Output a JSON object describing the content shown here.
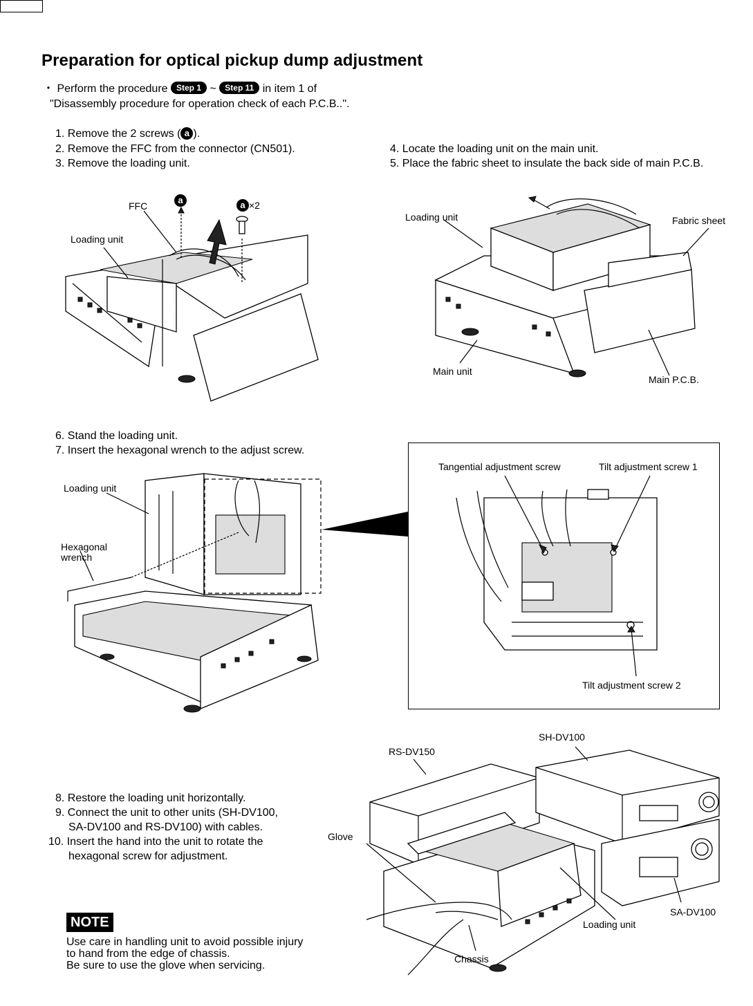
{
  "page": {
    "title": "Preparation for optical pickup dump adjustment",
    "intro": {
      "bullet": "・",
      "prefix": "Perform the procedure",
      "step_start": "Step 1",
      "tilde": "~",
      "step_end": "Step 11",
      "suffix": "in item 1 of",
      "line2": "\"Disassembly procedure for operation check of each P.C.B..\"."
    },
    "steps_a": {
      "s1_pre": "1. Remove the 2 screws (",
      "s1_mark": "a",
      "s1_post": ").",
      "s2": "2. Remove the FFC from the connector (CN501).",
      "s3": "3. Remove the loading unit."
    },
    "steps_b": {
      "s4": "4. Locate the loading unit on the main unit.",
      "s5": "5. Place the fabric sheet to insulate the back side of main P.C.B."
    },
    "fig1": {
      "ffc": "FFC",
      "mark_a": "a",
      "mark_a2": "a",
      "times2": "×2",
      "loading_unit": "Loading unit"
    },
    "fig2": {
      "loading_unit": "Loading unit",
      "fabric_sheet": "Fabric sheet",
      "main_unit": "Main unit",
      "main_pcb": "Main P.C.B."
    },
    "steps_c": {
      "s6": "6. Stand the loading unit.",
      "s7": "7. Insert the hexagonal wrench to the adjust screw."
    },
    "fig3": {
      "loading_unit": "Loading unit",
      "hex_line1": "Hexagonal",
      "hex_line2": "wrench"
    },
    "fig4": {
      "tangential": "Tangential adjustment screw",
      "tilt1": "Tilt adjustment screw 1",
      "tilt2": "Tilt adjustment screw 2"
    },
    "steps_d": {
      "s8": "8. Restore the loading unit horizontally.",
      "s9a": "9. Connect the unit to other units (SH-DV100,",
      "s9b": "SA-DV100 and RS-DV100) with cables.",
      "s10a": "10. Insert the hand into the unit to rotate the",
      "s10b": "hexagonal screw for adjustment."
    },
    "fig5": {
      "sh": "SH-DV100",
      "rs": "RS-DV150",
      "glove": "Glove",
      "sa": "SA-DV100",
      "loading_unit": "Loading unit",
      "chassis": "Chassis"
    },
    "note": {
      "badge": "NOTE",
      "line1": "Use care in handling unit to avoid possible injury",
      "line2": "to hand from the edge of chassis.",
      "line3": "Be sure to use the glove when servicing."
    }
  }
}
